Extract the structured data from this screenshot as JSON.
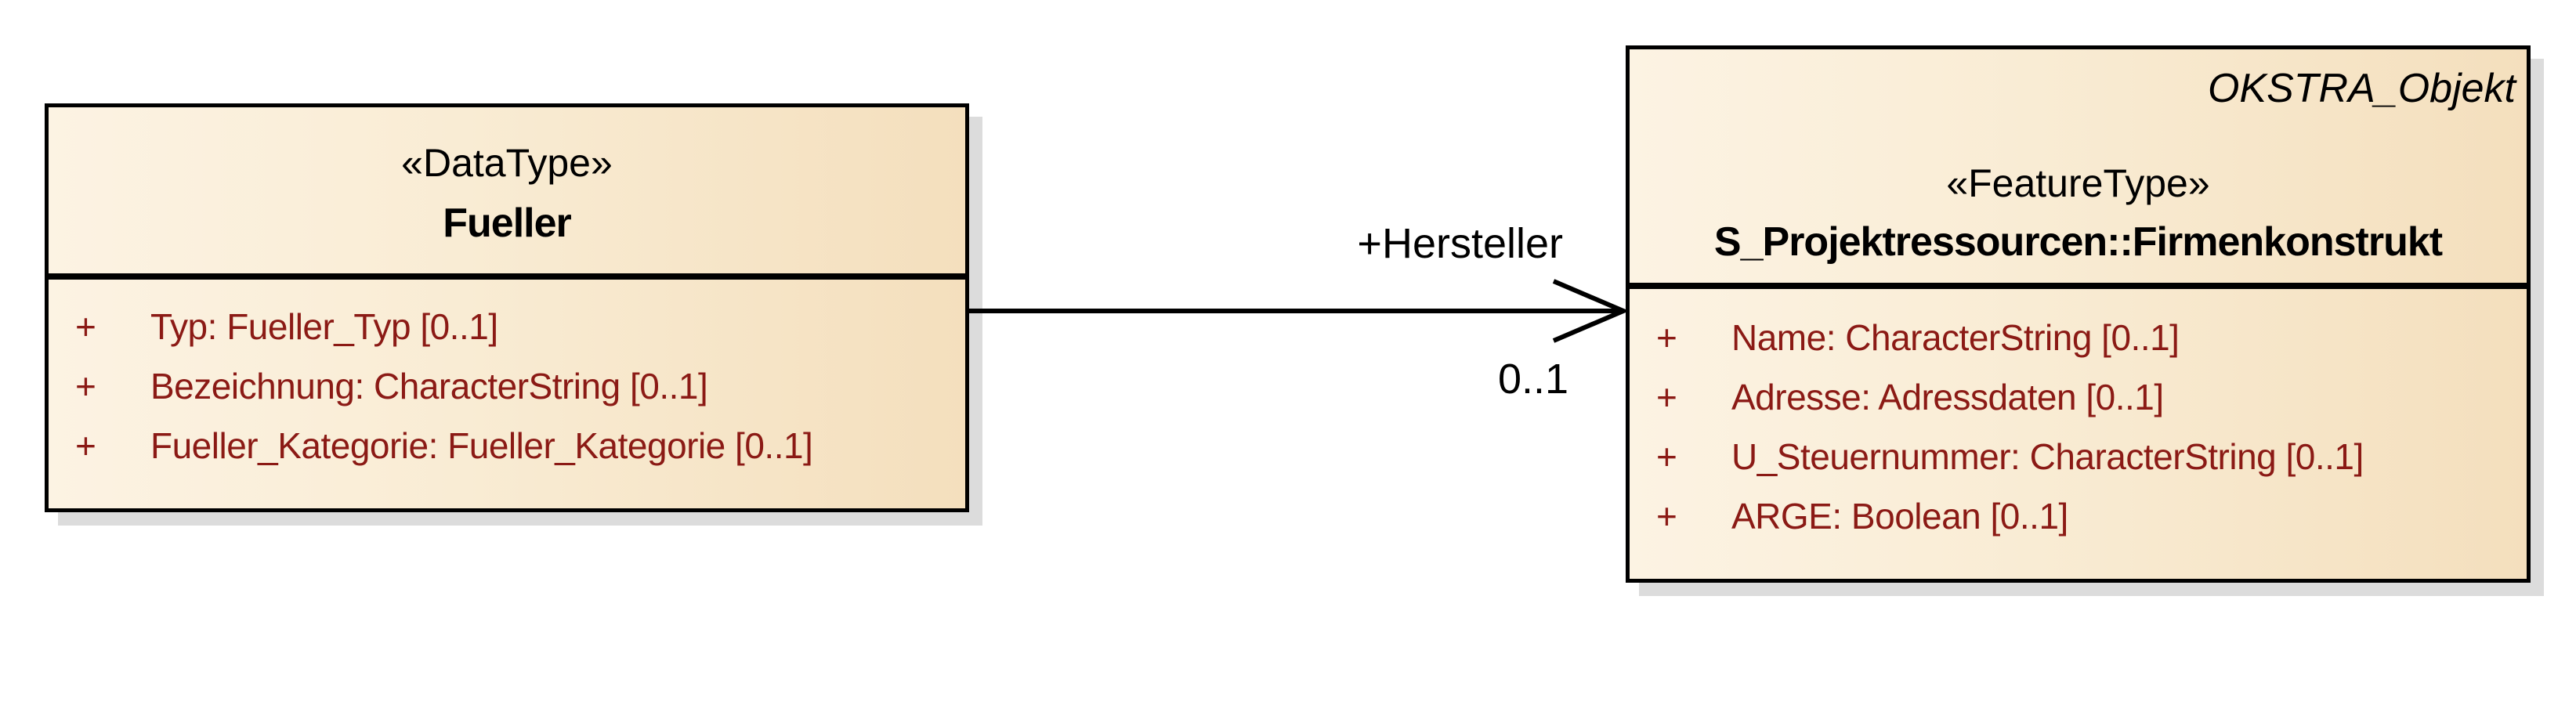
{
  "classes": [
    {
      "stereotype": "«DataType»",
      "name": "Fueller",
      "attributes": [
        {
          "vis": "+",
          "text": "Typ: Fueller_Typ [0..1]"
        },
        {
          "vis": "+",
          "text": "Bezeichnung: CharacterString [0..1]"
        },
        {
          "vis": "+",
          "text": "Fueller_Kategorie: Fueller_Kategorie [0..1]"
        }
      ]
    },
    {
      "object_type_label": "OKSTRA_Objekt",
      "stereotype": "«FeatureType»",
      "name": "S_Projektressourcen::Firmenkonstrukt",
      "attributes": [
        {
          "vis": "+",
          "text": "Name: CharacterString [0..1]"
        },
        {
          "vis": "+",
          "text": "Adresse: Adressdaten [0..1]"
        },
        {
          "vis": "+",
          "text": "U_Steuernummer: CharacterString [0..1]"
        },
        {
          "vis": "+",
          "text": "ARGE: Boolean [0..1]"
        }
      ]
    }
  ],
  "association": {
    "role": "+Hersteller",
    "multiplicity": "0..1"
  },
  "colors": {
    "box_fill_light": "#fcf3e3",
    "box_fill_dark": "#f4dfbd",
    "border": "#000000",
    "attribute_text": "#8b1a15",
    "shadow": "#dcdcdc",
    "background": "#ffffff"
  }
}
